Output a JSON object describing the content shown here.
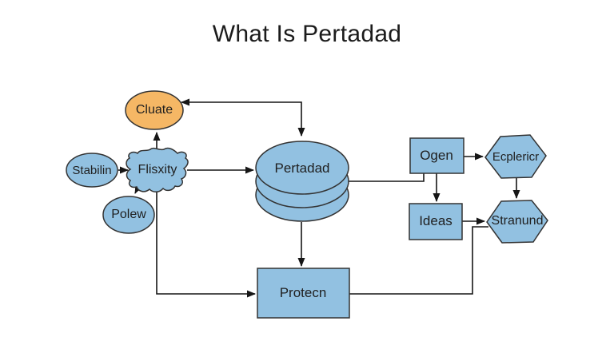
{
  "title": "What Is Pertadad",
  "colors": {
    "blue": "#92c1e1",
    "orange": "#f5b765",
    "shape_stroke": "#333333",
    "connector": "#161616",
    "text": "#1f1f1f",
    "background": "#ffffff"
  },
  "nodes": [
    {
      "id": "cluate",
      "label": "Cluate",
      "shape": "ellipse",
      "fill": "orange"
    },
    {
      "id": "stabilin",
      "label": "Stabilin",
      "shape": "ellipse",
      "fill": "blue"
    },
    {
      "id": "flisxity",
      "label": "Flisxity",
      "shape": "irregular-blob",
      "fill": "blue"
    },
    {
      "id": "polew",
      "label": "Polew",
      "shape": "ellipse",
      "fill": "blue"
    },
    {
      "id": "pertadad",
      "label": "Pertadad",
      "shape": "stacked-disk",
      "fill": "blue"
    },
    {
      "id": "ogen",
      "label": "Ogen",
      "shape": "rectangle",
      "fill": "blue"
    },
    {
      "id": "ecplericr",
      "label": "Ecplericr",
      "shape": "hexagon",
      "fill": "blue"
    },
    {
      "id": "ideas",
      "label": "Ideas",
      "shape": "rectangle",
      "fill": "blue"
    },
    {
      "id": "stranund",
      "label": "Stranund",
      "shape": "hexagon",
      "fill": "blue"
    },
    {
      "id": "protecn",
      "label": "Protecn",
      "shape": "rectangle",
      "fill": "blue"
    }
  ],
  "connections": [
    {
      "from": "Pertadad",
      "to": "Cluate",
      "arrowheads": "both"
    },
    {
      "from": "Flisxity",
      "to": "Cluate",
      "arrowheads": "end"
    },
    {
      "from": "Stabilin",
      "to": "Flisxity",
      "arrowheads": "end"
    },
    {
      "from": "Flisxity",
      "to": "Polew",
      "arrowheads": "end"
    },
    {
      "from": "Flisxity",
      "to": "Pertadad",
      "arrowheads": "end"
    },
    {
      "from": "Pertadad",
      "to": "Protecn",
      "arrowheads": "end"
    },
    {
      "from": "Pertadad",
      "to": "Ogen",
      "arrowheads": "none"
    },
    {
      "from": "Ogen",
      "to": "Ecplericr",
      "arrowheads": "end"
    },
    {
      "from": "Ogen",
      "to": "Ideas",
      "arrowheads": "end"
    },
    {
      "from": "Ecplericr",
      "to": "Stranund",
      "arrowheads": "end"
    },
    {
      "from": "Ideas",
      "to": "Stranund",
      "arrowheads": "end"
    },
    {
      "from": "Flisxity",
      "to": "Protecn",
      "arrowheads": "end"
    },
    {
      "from": "Protecn",
      "to": "Stranund",
      "arrowheads": "none"
    }
  ]
}
